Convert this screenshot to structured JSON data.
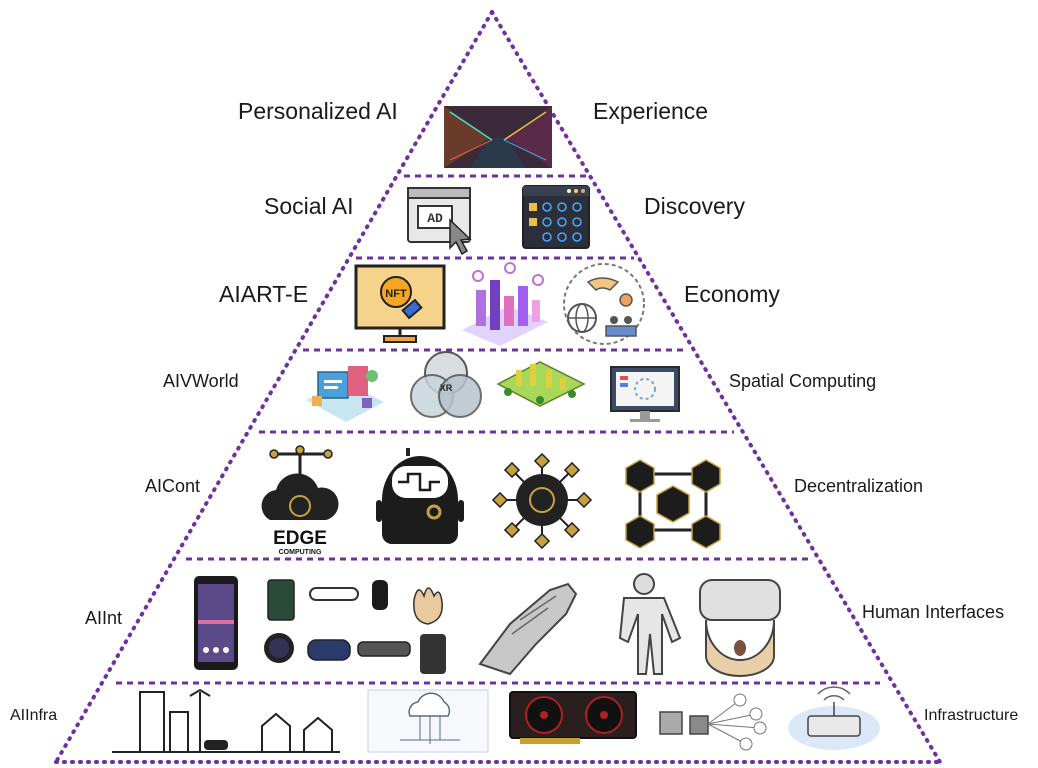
{
  "layers": [
    {
      "left": "Personalized AI",
      "right": "Experience"
    },
    {
      "left": "Social AI",
      "right": "Discovery"
    },
    {
      "left": "AIART-E",
      "right": "Economy"
    },
    {
      "left": "AIVWorld",
      "right": "Spatial Computing"
    },
    {
      "left": "AICont",
      "right": "Decentralization"
    },
    {
      "left": "AIInt",
      "right": "Human Interfaces"
    },
    {
      "left": "AIInfra",
      "right": "Infrastructure"
    }
  ],
  "icons": {
    "ad": "AD",
    "nft": "NFT",
    "edge": "EDGE",
    "edge_sub": "COMPUTING",
    "xr": "XR"
  },
  "colors": {
    "dots": "#7030a0",
    "ink": "#1a1a1a"
  }
}
